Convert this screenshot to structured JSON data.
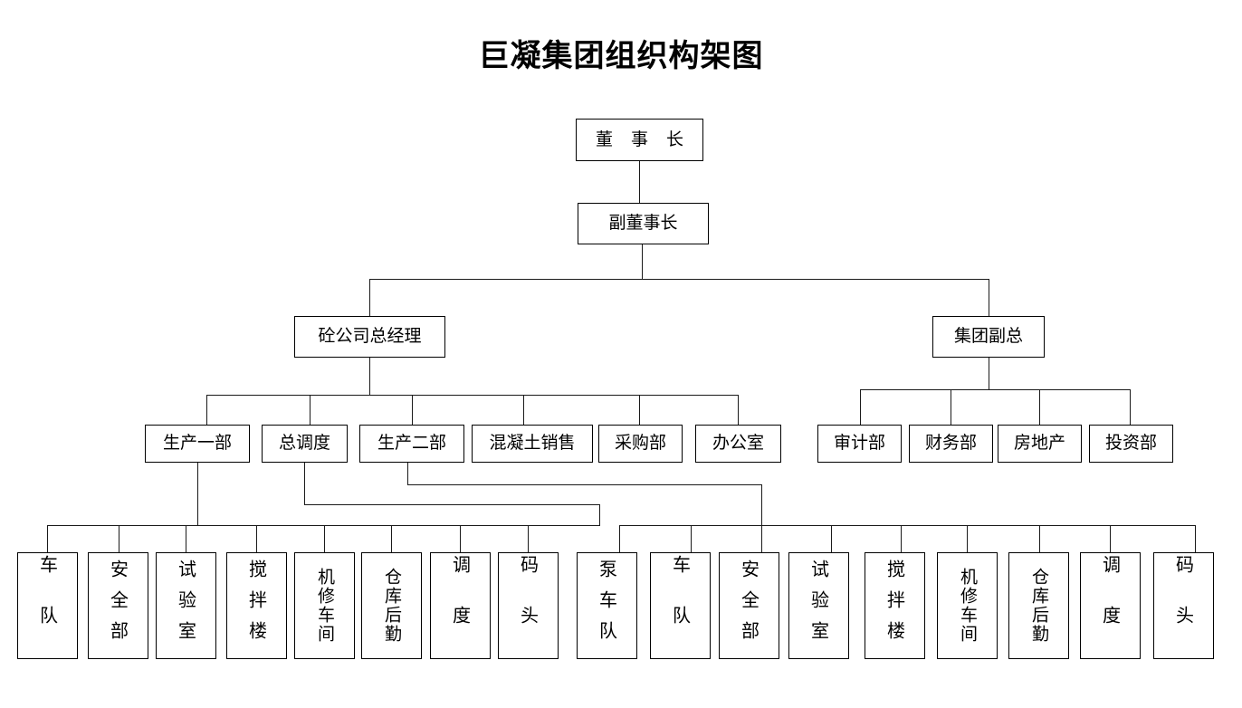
{
  "title": "巨凝集团组织构架图",
  "org": {
    "chairman": {
      "label": "董 事 长"
    },
    "vice_chairman": {
      "label": "副董事长"
    },
    "division_heads": [
      {
        "label": "砼公司总经理"
      },
      {
        "label": "集团副总"
      }
    ],
    "concrete_departments": [
      {
        "label": "生产一部"
      },
      {
        "label": "总调度"
      },
      {
        "label": "生产二部"
      },
      {
        "label": "混凝土销售"
      },
      {
        "label": "采购部"
      },
      {
        "label": "办公室"
      }
    ],
    "group_departments": [
      {
        "label": "审计部"
      },
      {
        "label": "财务部"
      },
      {
        "label": "房地产"
      },
      {
        "label": "投资部"
      }
    ],
    "production_one_units": [
      {
        "label": "车队"
      },
      {
        "label": "安全部"
      },
      {
        "label": "试验室"
      },
      {
        "label": "搅拌楼"
      },
      {
        "label": "机修车间"
      },
      {
        "label": "仓库后勤"
      },
      {
        "label": "调度"
      },
      {
        "label": "码头"
      }
    ],
    "production_two_units": [
      {
        "label": "泵车队"
      },
      {
        "label": "车队"
      },
      {
        "label": "安全部"
      },
      {
        "label": "试验室"
      },
      {
        "label": "搅拌楼"
      },
      {
        "label": "机修车间"
      },
      {
        "label": "仓库后勤"
      },
      {
        "label": "调度"
      },
      {
        "label": "码头"
      }
    ]
  },
  "colors": {
    "line": "#1a1a1a",
    "border": "#000000",
    "background": "#ffffff",
    "text": "#000000"
  }
}
